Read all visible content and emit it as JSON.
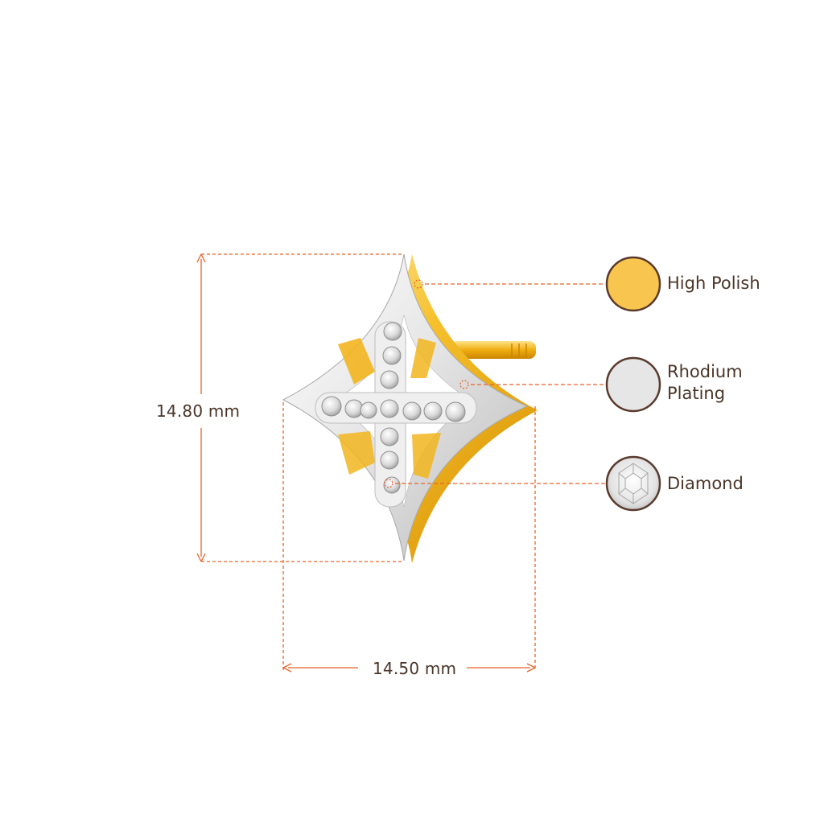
{
  "dimensions": {
    "height_label": "14.80 mm",
    "width_label": "14.50 mm"
  },
  "legend": [
    {
      "key": "high-polish",
      "label": "High Polish",
      "swatch_color": "#f8c54e"
    },
    {
      "key": "rhodium-plating",
      "label": "Rhodium\nPlating",
      "swatch_color": "#e6e6e6"
    },
    {
      "key": "diamond",
      "label": "Diamond",
      "swatch_color": "#f2f2f2"
    }
  ],
  "colors": {
    "dimension_line": "#e8632a",
    "text": "#4a3528",
    "swatch_border": "#5a3a2c",
    "gold": "#f3b21c",
    "silver": "#e4e4e4"
  },
  "icons": {
    "product": "earring-stud-cross-diamond-icon",
    "diamond": "round-diamond-icon"
  }
}
